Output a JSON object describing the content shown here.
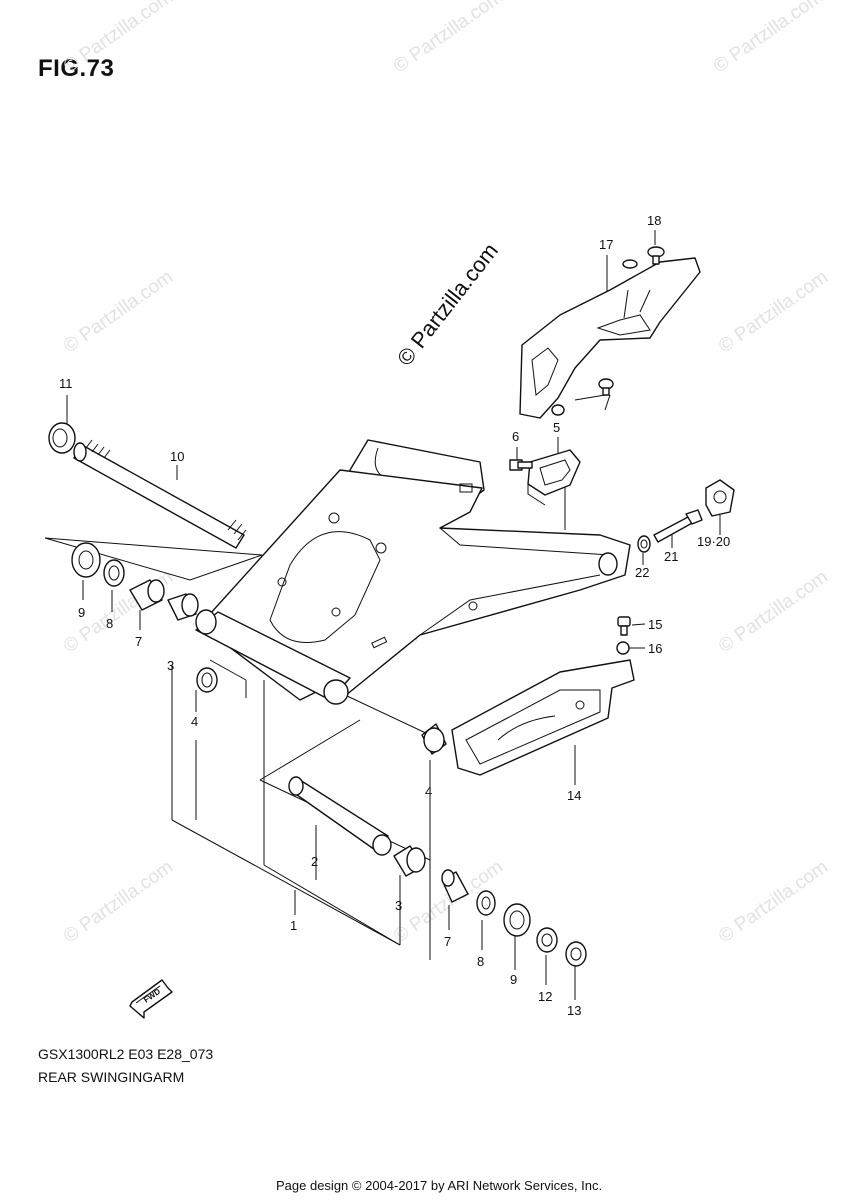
{
  "figure": {
    "title": "FIG.73",
    "model_code": "GSX1300RL2 E03 E28_073",
    "diagram_name": "REAR SWINGINGARM",
    "page_credit": "Page design © 2004-2017 by ARI Network Services, Inc.",
    "watermark_main": "© Partzilla.com",
    "watermark_faint": "© Partzilla.com"
  },
  "callouts": [
    "1",
    "2",
    "3",
    "3",
    "4",
    "4",
    "5",
    "6",
    "7",
    "7",
    "8",
    "8",
    "9",
    "9",
    "10",
    "11",
    "12",
    "13",
    "14",
    "15",
    "16",
    "17",
    "18",
    "19·20",
    "21",
    "22"
  ],
  "fwd_label": "FWD"
}
